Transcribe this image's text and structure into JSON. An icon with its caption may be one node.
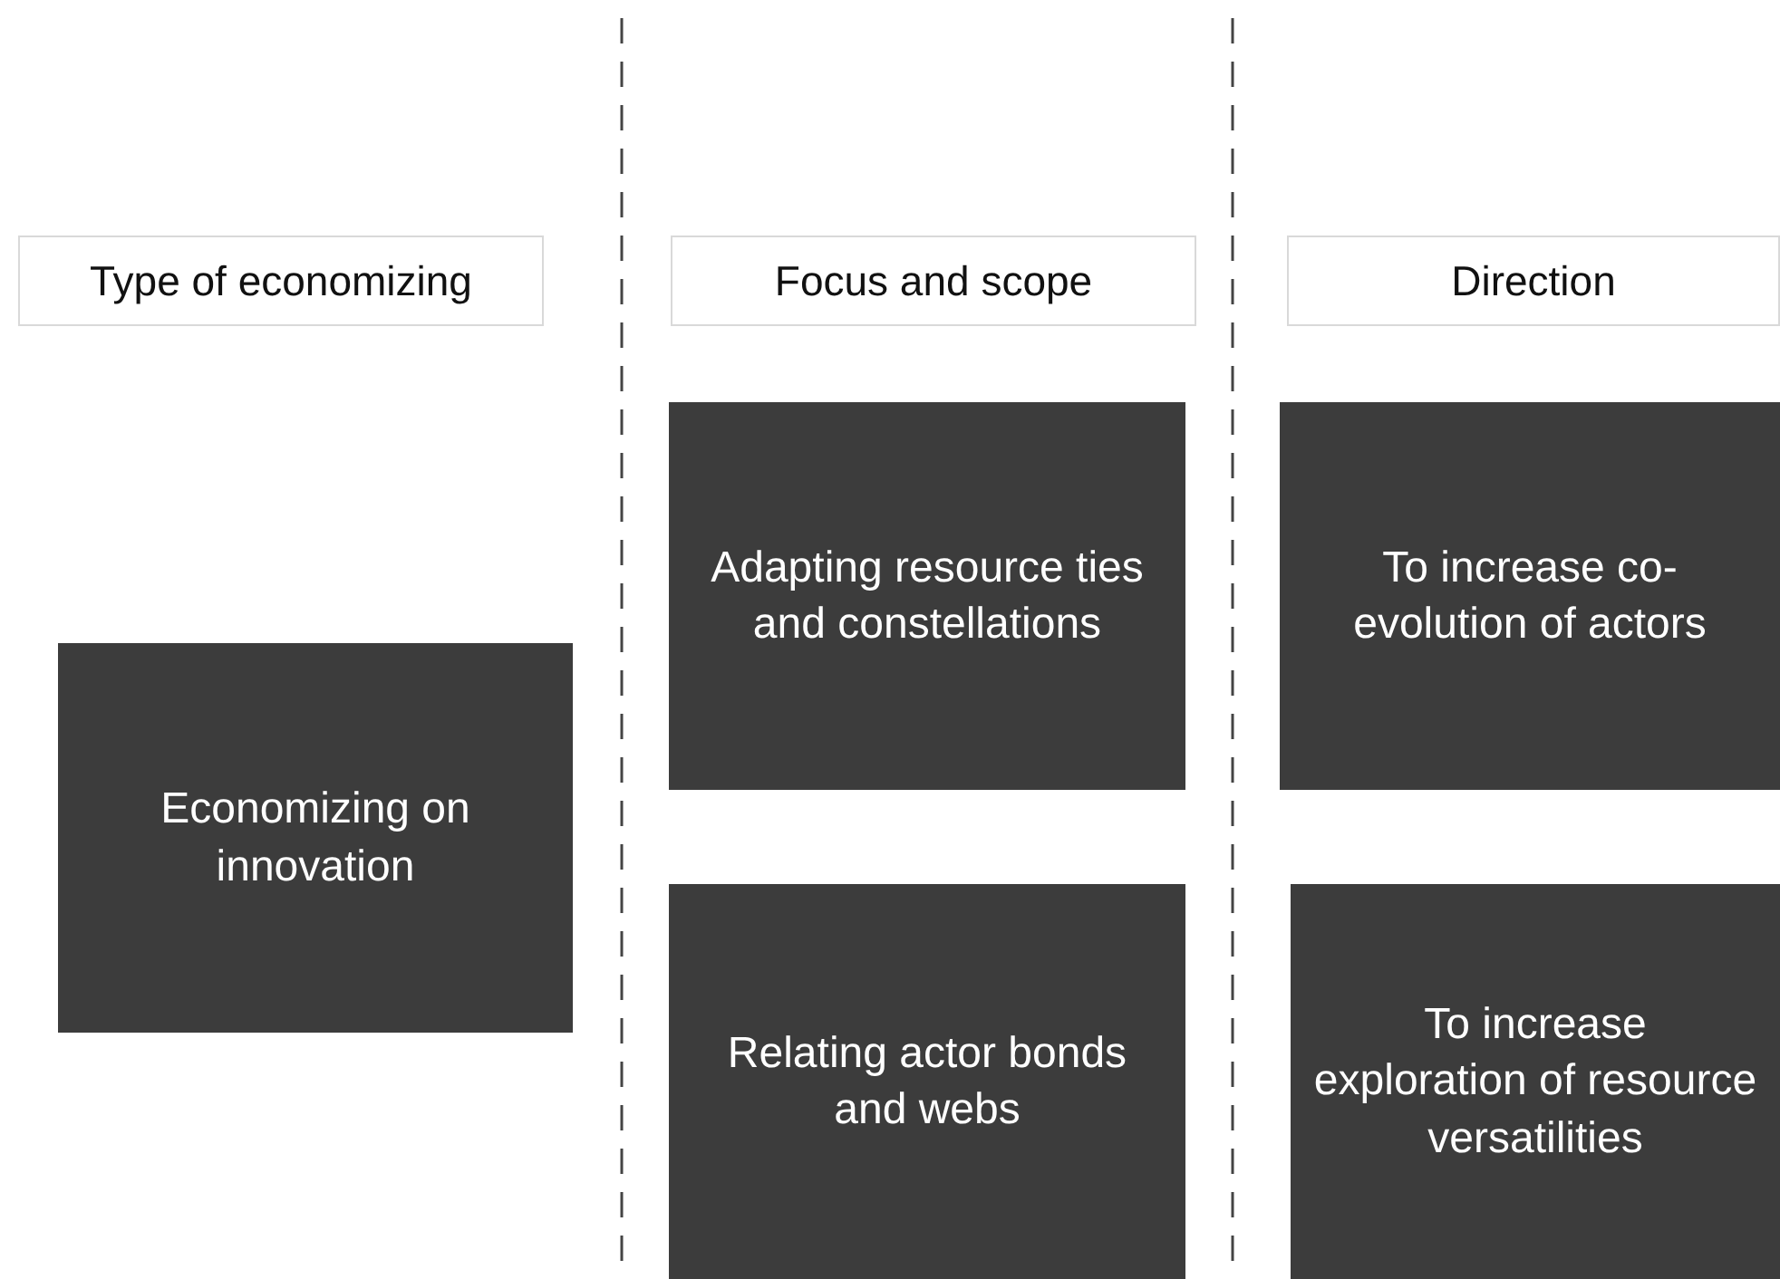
{
  "diagram": {
    "nodes": [
      {
        "text": [
          "Type of economizing"
        ]
      },
      {
        "text": [
          "Focus and scope"
        ]
      },
      {
        "text": [
          "Direction"
        ]
      },
      {
        "text": [
          "Adapting resource ties and constellations"
        ]
      },
      {
        "text": [
          "To increase co-evolution of actors"
        ]
      },
      {
        "text": [
          "Economizing on innovation"
        ]
      },
      {
        "text": [
          "Relating actor bonds and webs"
        ]
      },
      {
        "text": [
          "To increase exploration of resource versatilities"
        ]
      }
    ]
  }
}
